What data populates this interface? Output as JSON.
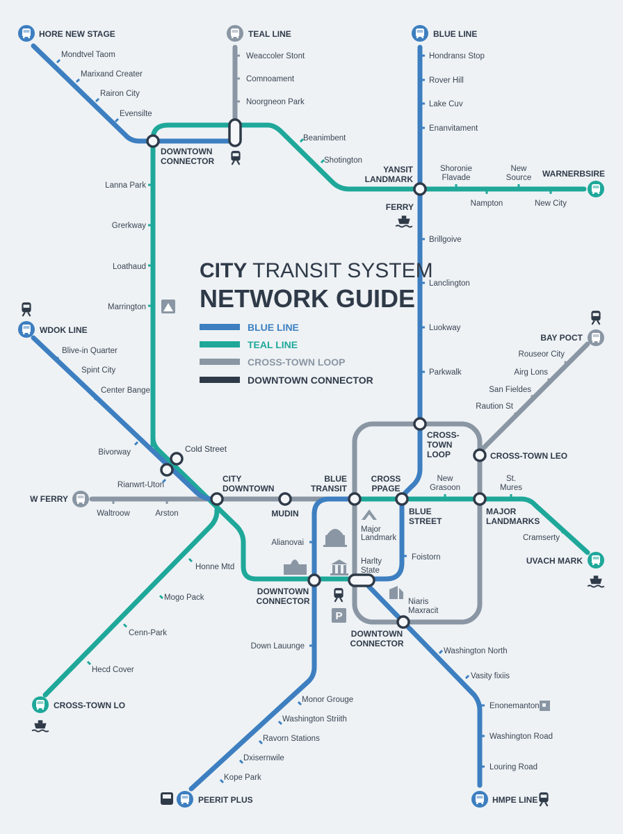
{
  "title": {
    "line1_bold": "CITY",
    "line1_rest": " TRANSIT SYSTEM",
    "line2": "NETWORK GUIDE"
  },
  "legend": [
    {
      "label": "BLUE LINE",
      "color": "#3d7fc0"
    },
    {
      "label": "TEAL LINE",
      "color": "#1fa89a"
    },
    {
      "label": "CROSS-TOWN LOOP",
      "color": "#8a96a3"
    },
    {
      "label": "DOWNTOWN CONNECTOR",
      "color": "#2f3a48"
    }
  ],
  "colors": {
    "blue": "#3d7fc0",
    "teal": "#1fa89a",
    "gray": "#8a96a3",
    "dark": "#2f3a48",
    "background": "#eef2f5"
  },
  "terminals": {
    "hore_new_stage": "HORE NEW STAGE",
    "teal_line": "TEAL LINE",
    "blue_line": "BLUE LINE",
    "warnerbsire": "WARNERBSIRE",
    "wdok_line": "WDOK LINE",
    "bay_poct": "BAY POCT",
    "w_ferry": "W FERRY",
    "uvach_mark": "UVACH MARK",
    "cross_town_lo": "CROSS-TOWN LO",
    "peerit_plus": "PEERIT PLUS",
    "hmpe_line": "HMPE LINE"
  },
  "interchanges": {
    "downtown_connector_nw": [
      "DOWNTOWN",
      "CONNECTOR"
    ],
    "yansit_landmark": [
      "YANSIT",
      "LANDMARK"
    ],
    "ferry": "FERRY",
    "cold_street": "Cold Street",
    "city_downtown": [
      "CITY",
      "DOWNTOWN"
    ],
    "mudin": "MUDIN",
    "blue_transit": [
      "BLUE",
      "TRANSIT"
    ],
    "cross_ppage": [
      "CROSS",
      "PPAGE"
    ],
    "cross_town_loop": [
      "CROSS-",
      "TOWN",
      "LOOP"
    ],
    "cross_town_leo": "CROSS-TOWN LEO",
    "blue_street": [
      "BLUE",
      "STREET"
    ],
    "major_landmarks": [
      "MAJOR",
      "LANDMARKS"
    ],
    "downtown_connector_c": [
      "DOWNTOWN",
      "CONNECTOR"
    ],
    "downtown_connector_s": [
      "DOWNTOWN",
      "CONNECTOR"
    ],
    "major_landmark": [
      "Major",
      "Landmark"
    ],
    "harlty_state": [
      "Harlty",
      "State"
    ],
    "niaris_maxracit": [
      "Niaris",
      "Maxracit"
    ],
    "shoronie_flavade": [
      "Shoronie",
      "Flavade"
    ],
    "new_source": [
      "New",
      "Source"
    ],
    "new_grasoon": [
      "New",
      "Grasoon"
    ],
    "st_mures": [
      "St.",
      "Mures"
    ]
  },
  "stations": [
    "Mondtvel Taom",
    "Marixand Creater",
    "Rairon City",
    "Evensilte",
    "Weaccoler Stont",
    "Comnoament",
    "Noorgneon Park",
    "Beanimbent",
    "Shotington",
    "Hondransı Stop",
    "Rover Hill",
    "Lake Cuv",
    "Enanvitament",
    "Nampton",
    "New City",
    "Lanna Park",
    "Grerkway",
    "Loathaud",
    "Marrington",
    "Brillgoive",
    "Lanclington",
    "Luokway",
    "Parkwalk",
    "Blive-in Quarter",
    "Spint City",
    "Center Bange",
    "Rouseor City",
    "Airg Lons",
    "San Fieldes",
    "Raution St",
    "Bivorway",
    "Rianwrt-Uton",
    "Waltroow",
    "Arston",
    "Cramserty",
    "Alianovai",
    "Foistorn",
    "Honne Mtd",
    "Mogo Pack",
    "Cenn-Park",
    "Down Lauunge",
    "Washington North",
    "Hecd Cover",
    "Vasity fixiis",
    "Enonemanton",
    "Monor Grouge",
    "Washington Striith",
    "Ravorn Stations",
    "Dxisernwile",
    "Kope Park",
    "Washington Road",
    "Louring Road"
  ],
  "icons": [
    "bus-icon",
    "train-icon",
    "ferry-icon",
    "parking-icon",
    "landmark-icon",
    "capitol-icon",
    "museum-icon"
  ],
  "parking_label": "P"
}
